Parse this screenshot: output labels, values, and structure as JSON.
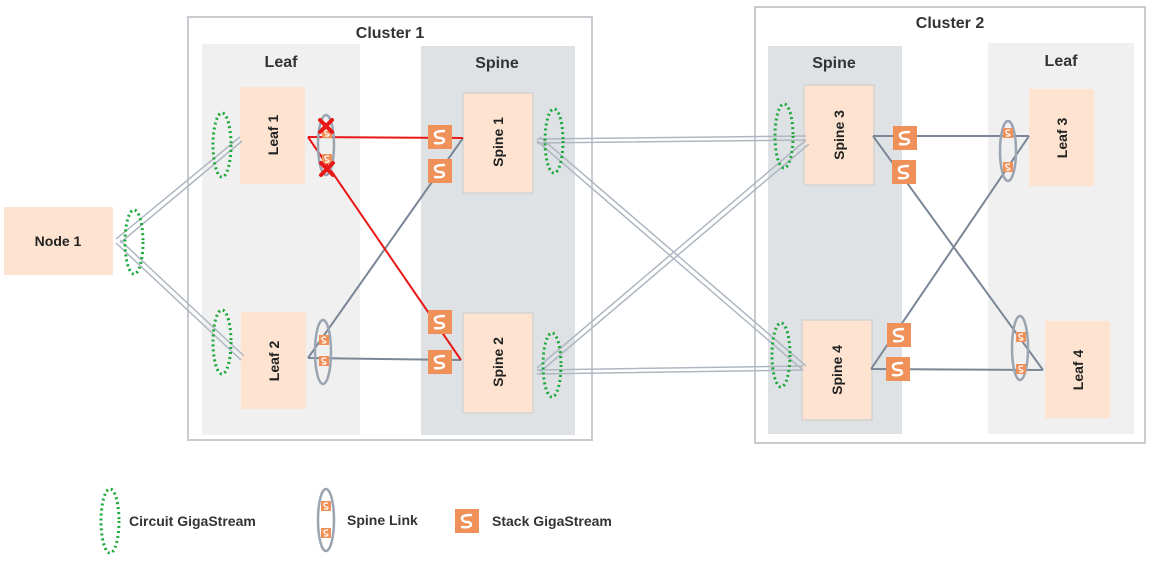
{
  "clusters": [
    {
      "label": "Cluster 1"
    },
    {
      "label": "Cluster 2"
    }
  ],
  "groups": {
    "c1_leaf": "Leaf",
    "c1_spine": "Spine",
    "c2_spine": "Spine",
    "c2_leaf": "Leaf"
  },
  "nodes": {
    "node1": "Node 1",
    "leaf1": "Leaf 1",
    "leaf2": "Leaf 2",
    "spine1": "Spine 1",
    "spine2": "Spine 2",
    "spine3": "Spine 3",
    "spine4": "Spine 4",
    "leaf3": "Leaf 3",
    "leaf4": "Leaf 4"
  },
  "legend": {
    "circuit": "Circuit GigaStream",
    "spine_link": "Spine Link",
    "stack": "Stack GigaStream"
  },
  "stack_icon_glyph": "S",
  "colors": {
    "node_fill": "#fde3d0",
    "leaf_group_bg": "#f0f0f0",
    "spine_group_bg": "#dfe2e5",
    "cluster_border": "#c8ccd0",
    "circuit": "#1aa83a",
    "spine_link": "#9aa5b1",
    "stack_icon": "#f0915a",
    "failed_link": "#e81818",
    "trunk": "#7b8796",
    "double_line": "#aeb7c2"
  }
}
